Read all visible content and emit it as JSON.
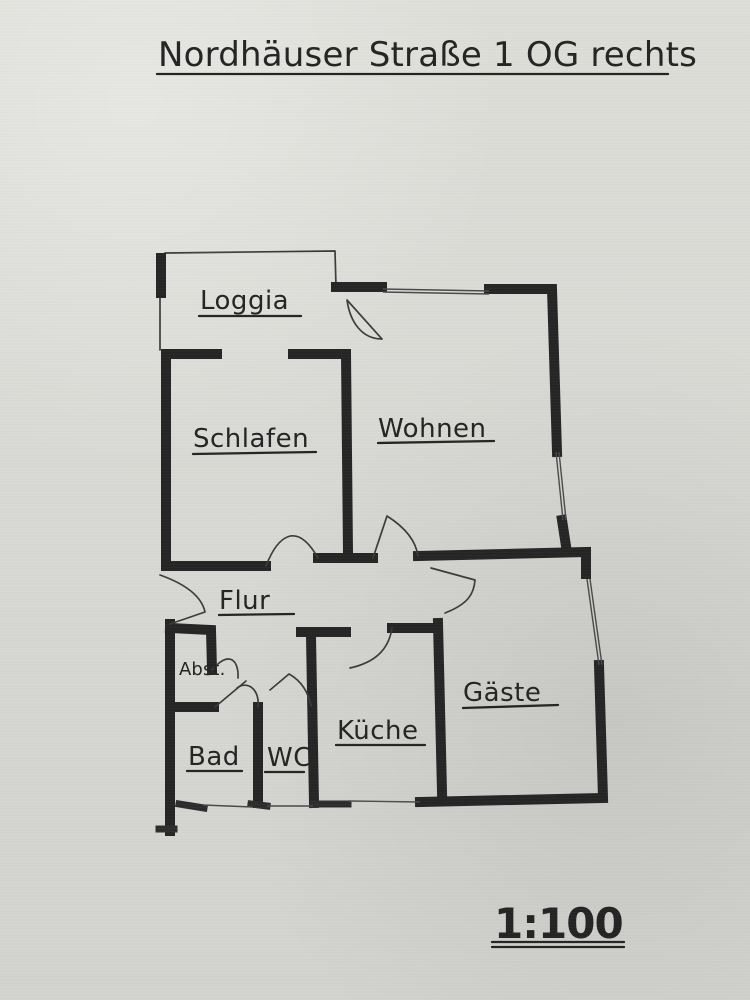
{
  "header": {
    "title": "Nordhäuser Straße 1   OG rechts"
  },
  "rooms": {
    "loggia": "Loggia",
    "schlafen": "Schlafen",
    "wohnen": "Wohnen",
    "flur": "Flur",
    "abst": "Abst.",
    "bad": "Bad",
    "wc": "WC",
    "kueche": "Küche",
    "gaeste": "Gäste"
  },
  "scale": {
    "label": "1:100"
  }
}
